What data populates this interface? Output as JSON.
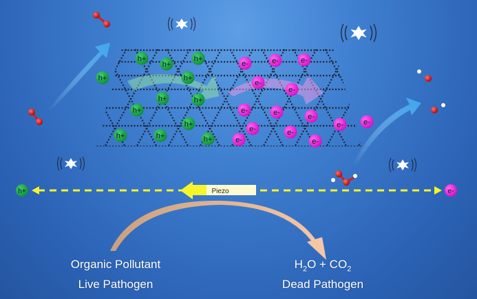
{
  "diagram": {
    "hole_label": "h+",
    "electron_label": "e-",
    "piezo_label": "Piezo",
    "reactants": {
      "line1": "Organic Pollutant",
      "line2": "Live Pathogen"
    },
    "products": {
      "line1_parts": [
        "H",
        "2",
        "O + CO",
        "2"
      ],
      "line2": "Dead Pathogen"
    },
    "colors": {
      "hole": "#1aa14a",
      "electron": "#ee22dd",
      "arrow": "#f5f52a",
      "lattice": "#1e2230",
      "curve": "#e8b89a"
    }
  }
}
